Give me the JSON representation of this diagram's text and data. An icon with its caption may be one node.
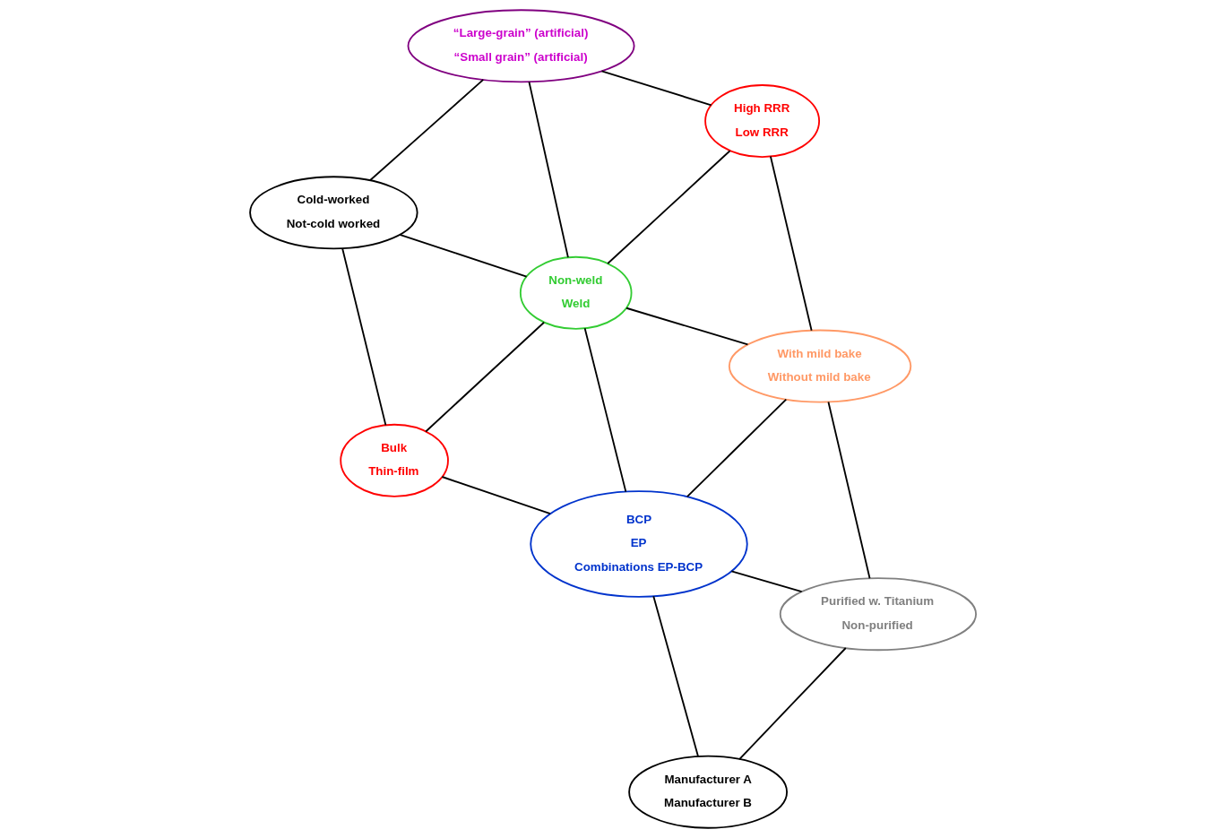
{
  "diagram": {
    "nodes": [
      {
        "text": [
          "Cold-worked",
          "Not-cold worked"
        ]
      },
      {
        "text": [
          "“Large-grain” (artificial)",
          "“Small grain” (artificial)"
        ]
      },
      {
        "text": [
          "Bulk",
          "Thin-film"
        ]
      },
      {
        "text": [
          "Non-weld",
          "Weld"
        ]
      },
      {
        "text": [
          "High RRR",
          "Low RRR"
        ]
      },
      {
        "text": [
          "BCP",
          "EP",
          "Combinations EP-BCP"
        ]
      },
      {
        "text": [
          "With mild bake",
          "Without mild bake"
        ]
      },
      {
        "text": [
          "Purified w. Titanium",
          "Non-purified"
        ]
      },
      {
        "text": [
          "Manufacturer A",
          "Manufacturer B"
        ]
      }
    ],
    "edges": [
      {
        "from": 0,
        "to": 1,
        "arrow": "none"
      },
      {
        "from": 0,
        "to": 3,
        "arrow": "none"
      },
      {
        "from": 0,
        "to": 2,
        "arrow": "none"
      },
      {
        "from": 2,
        "to": 3,
        "arrow": "none"
      },
      {
        "from": 1,
        "to": 3,
        "arrow": "none"
      },
      {
        "from": 1,
        "to": 4,
        "arrow": "none"
      },
      {
        "from": 3,
        "to": 4,
        "arrow": "none"
      },
      {
        "from": 2,
        "to": 5,
        "arrow": "none"
      },
      {
        "from": 3,
        "to": 5,
        "arrow": "none"
      },
      {
        "from": 3,
        "to": 6,
        "arrow": "none"
      },
      {
        "from": 4,
        "to": 6,
        "arrow": "none"
      },
      {
        "from": 5,
        "to": 6,
        "arrow": "none"
      },
      {
        "from": 6,
        "to": 7,
        "arrow": "none"
      },
      {
        "from": 5,
        "to": 7,
        "arrow": "none"
      },
      {
        "from": 5,
        "to": 8,
        "arrow": "none"
      },
      {
        "from": 8,
        "to": 7,
        "arrow": "none"
      }
    ]
  }
}
